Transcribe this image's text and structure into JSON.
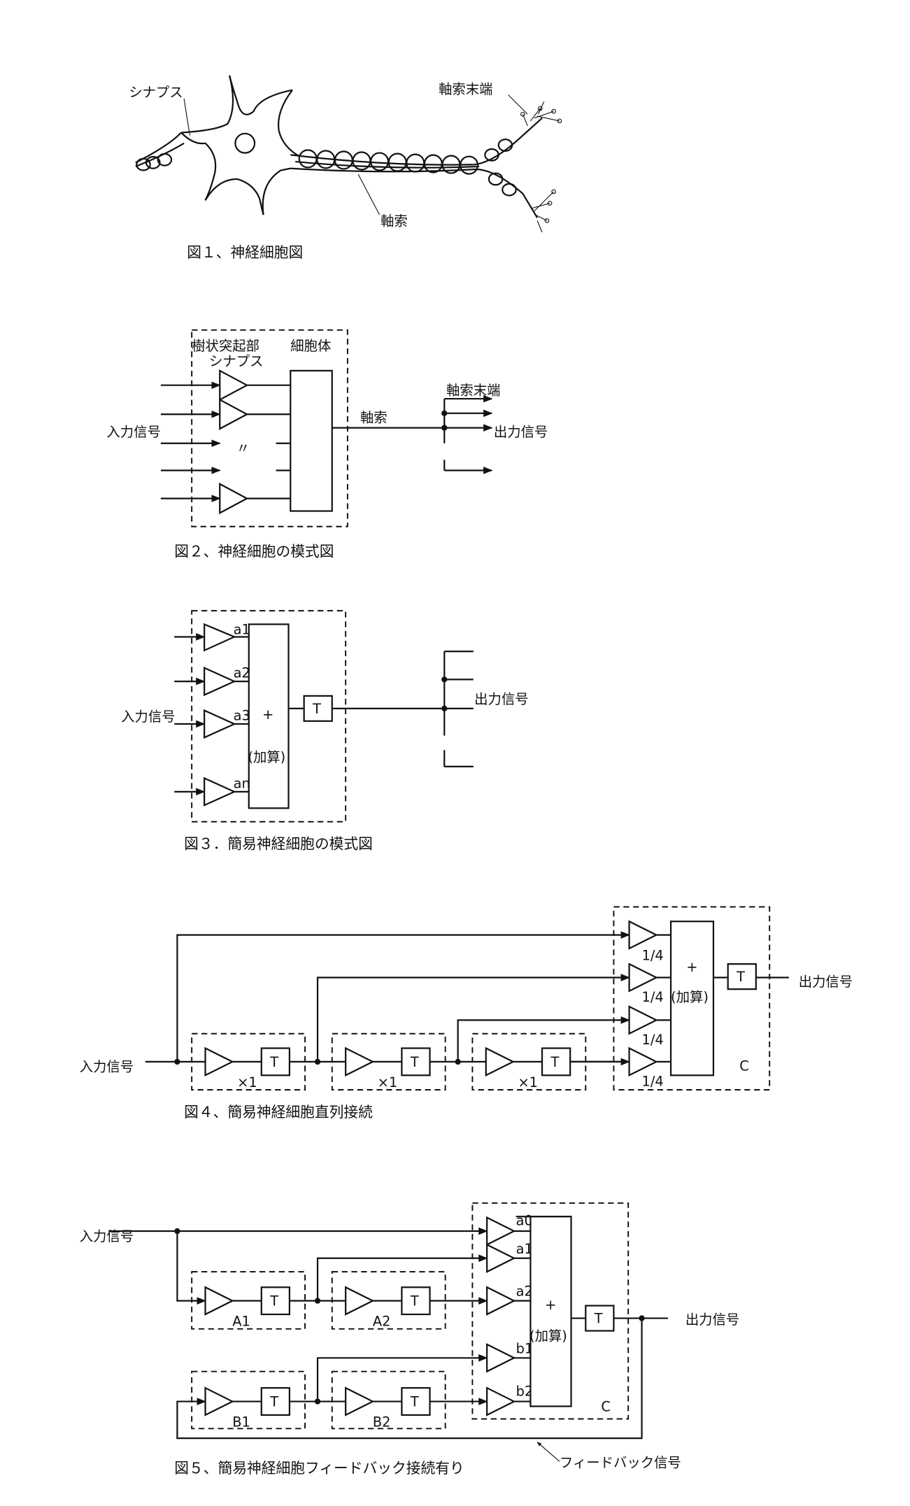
{
  "fig1": {
    "synapse": "シナプス",
    "axon_terminal": "軸索末端",
    "axon": "軸索",
    "caption": "図１、神経細胞図"
  },
  "fig2": {
    "dendrite": "樹状突起部",
    "synapse": "シナプス",
    "cell_body": "細胞体",
    "ditto": "〃",
    "input": "入力信号",
    "axon": "軸索",
    "axon_terminal": "軸索末端",
    "output": "出力信号",
    "caption": "図２、神経細胞の模式図"
  },
  "fig3": {
    "weights": [
      "a1",
      "a2",
      "a3",
      "an"
    ],
    "plus": "+",
    "add": "(加算)",
    "delay": "T",
    "input": "入力信号",
    "output": "出力信号",
    "caption": "図３．簡易神経細胞の模式図"
  },
  "fig4": {
    "input": "入力信号",
    "output": "出力信号",
    "stage_gain": "×1",
    "delay": "T",
    "weights": [
      "1/4",
      "1/4",
      "1/4",
      "1/4"
    ],
    "plus": "+",
    "add": "(加算)",
    "block_c": "C",
    "caption": "図４、簡易神経細胞直列接続"
  },
  "fig5": {
    "input": "入力信号",
    "output": "出力信号",
    "delay": "T",
    "blocks": [
      "A1",
      "A2",
      "B1",
      "B2"
    ],
    "weights": [
      "a0",
      "a1",
      "a2",
      "b1",
      "b2"
    ],
    "plus": "+",
    "add": "(加算)",
    "block_c": "C",
    "feedback": "フィードバック信号",
    "caption": "図５、簡易神経細胞フィードバック接続有り"
  }
}
